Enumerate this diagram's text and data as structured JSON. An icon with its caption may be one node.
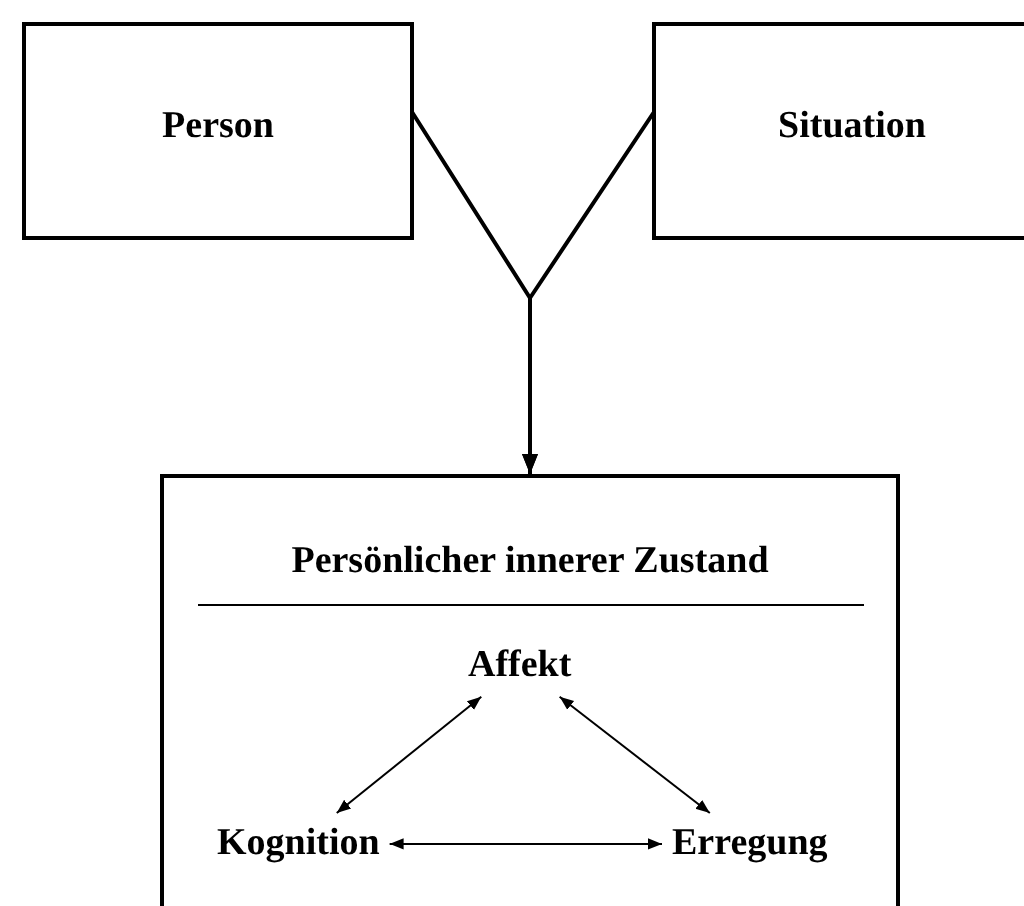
{
  "diagram": {
    "nodes": [
      {
        "text": [
          "Person"
        ]
      },
      {
        "text": [
          "Situation"
        ]
      },
      {
        "text": [
          "Persönlicher innerer Zustand"
        ]
      },
      {
        "text": [
          "Affekt"
        ],
        "in": 2
      },
      {
        "text": [
          "Kognition"
        ],
        "in": 2
      },
      {
        "text": [
          "Erregung"
        ],
        "in": 2
      }
    ],
    "edges": [
      {
        "from": 0,
        "to": 2,
        "arrow": "to"
      },
      {
        "from": 1,
        "to": 2,
        "arrow": "to"
      },
      {
        "from": 3,
        "to": 4,
        "arrow": "both"
      },
      {
        "from": 3,
        "to": 5,
        "arrow": "both"
      },
      {
        "from": 4,
        "to": 5,
        "arrow": "both"
      }
    ]
  }
}
